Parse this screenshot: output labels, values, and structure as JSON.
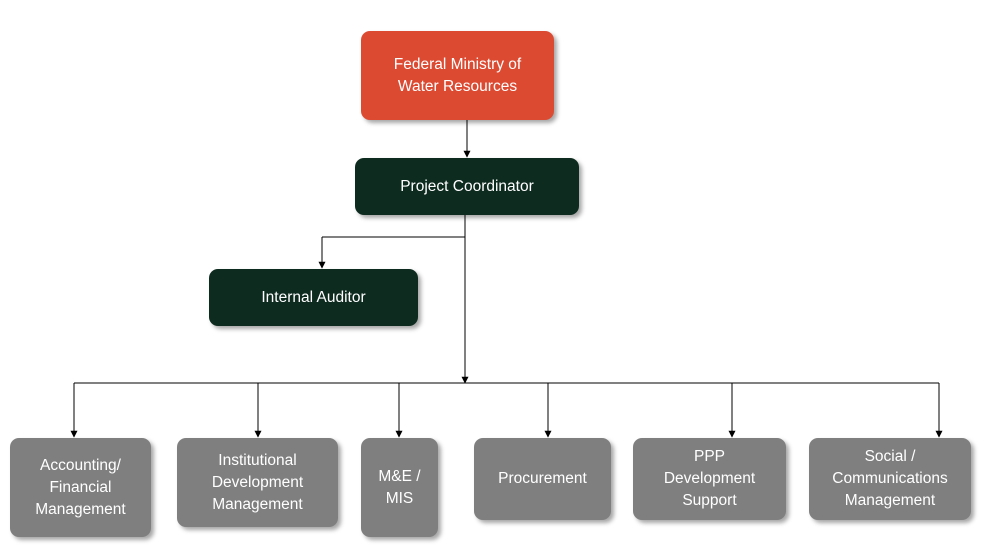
{
  "org_chart": {
    "top": {
      "label": "Federal Ministry of\nWater Resources"
    },
    "coordinator": {
      "label": "Project Coordinator"
    },
    "auditor": {
      "label": "Internal Auditor"
    },
    "units": [
      {
        "label": "Accounting/\nFinancial\nManagement"
      },
      {
        "label": "Institutional\nDevelopment\nManagement"
      },
      {
        "label": "M&E /\nMIS"
      },
      {
        "label": "Procurement"
      },
      {
        "label": "PPP\nDevelopment\nSupport"
      },
      {
        "label": "Social /\nCommunications\nManagement"
      }
    ]
  },
  "colors": {
    "top_node": "#dc4a32",
    "management_node": "#0e2b20",
    "unit_node": "#7f7f7f",
    "connector": "#000000",
    "text": "#ffffff"
  }
}
